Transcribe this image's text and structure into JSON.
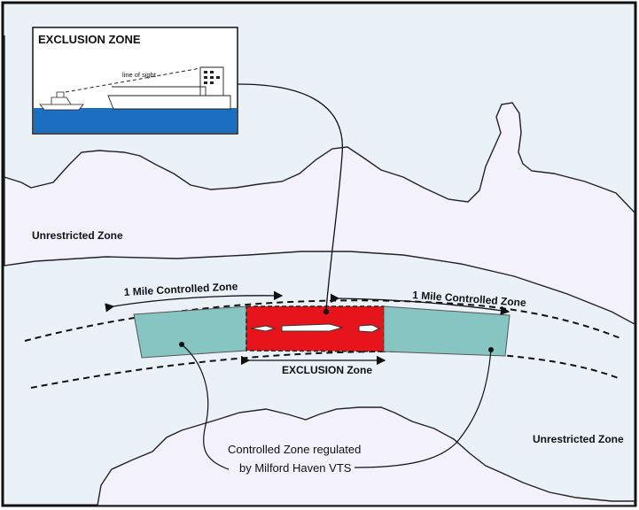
{
  "inset": {
    "title": "EXCLUSION ZONE",
    "sight_label": "line of sight"
  },
  "map": {
    "unrestricted_left": "Unrestricted Zone",
    "unrestricted_right": "Unrestricted Zone",
    "controlled_left": "1 Mile Controlled Zone",
    "controlled_right": "1 Mile Controlled Zone",
    "exclusion": "EXCLUSION Zone",
    "vts_line1": "Controlled Zone regulated",
    "vts_line2": "by Milford Haven VTS"
  },
  "colors": {
    "sea": "#eaf2f8",
    "land": "#f3f1fa",
    "controlled": "#86c5c1",
    "exclusion": "#e8141b",
    "inset_water": "#1c6fc0"
  }
}
